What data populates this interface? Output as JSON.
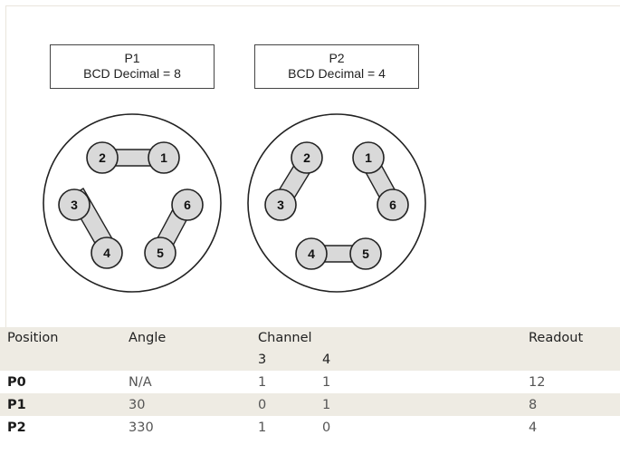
{
  "valves": [
    {
      "name": "P1",
      "caption": "BCD Decimal = 8",
      "ports": [
        "1",
        "2",
        "3",
        "4",
        "5",
        "6"
      ],
      "connections": [
        [
          "2",
          "1"
        ],
        [
          "3",
          "4"
        ],
        [
          "6",
          "5"
        ]
      ]
    },
    {
      "name": "P2",
      "caption": "BCD Decimal = 4",
      "ports": [
        "1",
        "2",
        "3",
        "4",
        "5",
        "6"
      ],
      "connections": [
        [
          "2",
          "3"
        ],
        [
          "1",
          "6"
        ],
        [
          "4",
          "5"
        ]
      ]
    }
  ],
  "table": {
    "headers": {
      "position": "Position",
      "angle": "Angle",
      "channel": "Channel",
      "readout": "Readout"
    },
    "channel_subheaders": [
      "3",
      "4"
    ],
    "rows": [
      {
        "position": "P0",
        "angle": "N/A",
        "ch3": "1",
        "ch4": "1",
        "readout": "12"
      },
      {
        "position": "P1",
        "angle": "30",
        "ch3": "0",
        "ch4": "1",
        "readout": "8"
      },
      {
        "position": "P2",
        "angle": "330",
        "ch3": "1",
        "ch4": "0",
        "readout": "4"
      }
    ]
  },
  "colors": {
    "port_fill": "#d9d9d9",
    "connector_fill": "#d9d9d9",
    "outline": "#222222",
    "table_shade": "#eeebe3"
  }
}
